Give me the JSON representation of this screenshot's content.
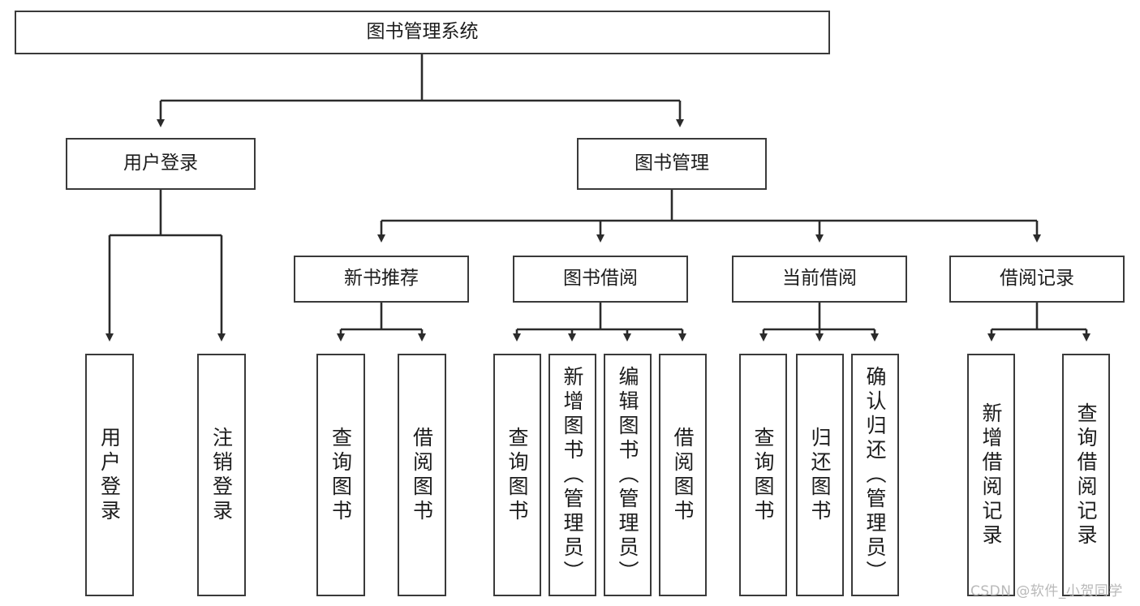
{
  "diagram": {
    "type": "tree-hierarchy",
    "title": "图书管理系统",
    "orientation": "top-down",
    "colors": {
      "box_border": "#3a3a3a",
      "box_fill": "#ffffff",
      "connector": "#2b2b2b",
      "text": "#1c1c1c",
      "watermark": "#b9b9b9",
      "background": "#ffffff"
    },
    "nodes": {
      "root": {
        "label": "图书管理系统",
        "level": 1
      },
      "level2": [
        {
          "label": "用户登录",
          "level": 2
        },
        {
          "label": "图书管理",
          "level": 2
        }
      ],
      "level3": [
        {
          "label": "新书推荐",
          "level": 3
        },
        {
          "label": "图书借阅",
          "level": 3
        },
        {
          "label": "当前借阅",
          "level": 3
        },
        {
          "label": "借阅记录",
          "level": 3
        }
      ],
      "leaves_user_login": [
        {
          "label": "用户登录"
        },
        {
          "label": "注销登录"
        }
      ],
      "leaves_new_book": [
        {
          "label": "查询图书"
        },
        {
          "label": "借阅图书"
        }
      ],
      "leaves_book_borrow": [
        {
          "label": "查询图书"
        },
        {
          "label": "新增图书（管理员）"
        },
        {
          "label": "编辑图书（管理员）"
        },
        {
          "label": "借阅图书"
        }
      ],
      "leaves_current_borrow": [
        {
          "label": "查询图书"
        },
        {
          "label": "归还图书"
        },
        {
          "label": "确认归还（管理员）"
        }
      ],
      "leaves_borrow_record": [
        {
          "label": "新增借阅记录"
        },
        {
          "label": "查询借阅记录"
        }
      ]
    }
  },
  "watermark": {
    "text": "CSDN @软件_小贺同学"
  }
}
